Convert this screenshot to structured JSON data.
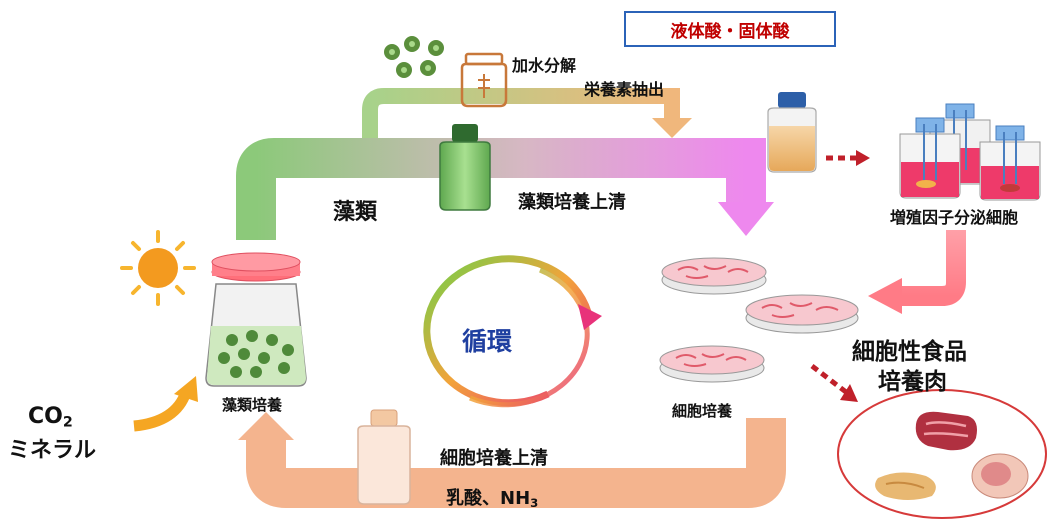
{
  "labels": {
    "acid_box": "液体酸・固体酸",
    "hydrolysis": "加水分解",
    "nutrient_extraction": "栄養素抽出",
    "algae": "藻類",
    "algae_supernatant": "藻類培養上清",
    "growth_factor_cells": "増殖因子分泌細胞",
    "cycle": "循環",
    "algae_culture": "藻類培養",
    "cell_culture": "細胞培養",
    "cell_food_line1": "細胞性食品",
    "cell_food_line2": "培養肉",
    "co2": "CO",
    "co2_sub": "2",
    "minerals": "ミネラル",
    "cell_supernatant": "細胞培養上清",
    "lactic_acid": "乳酸、NH",
    "nh3_sub": "3"
  },
  "colors": {
    "algae_green": "#8cc97a",
    "pink": "#ee88ee",
    "salmon": "#f2a98a",
    "acid_text": "#c00000",
    "acid_border": "#2b63b8",
    "cycle_text": "#1f3fa0",
    "orange_arrow": "#f5a623"
  },
  "icons": [
    "sun-icon",
    "flask-icon",
    "bottle-icon",
    "petri-dish-icon",
    "meat-icon",
    "algae-cell-icon",
    "bioreactor-icon"
  ]
}
